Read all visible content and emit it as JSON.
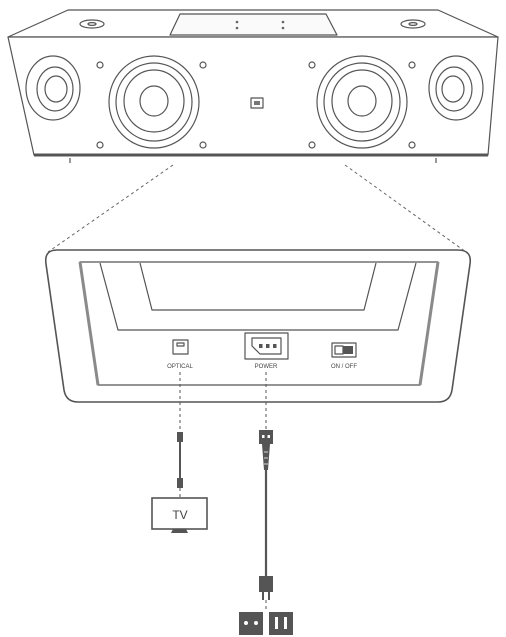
{
  "figure": {
    "title": "",
    "speaker": {
      "name": "speaker-front-view",
      "logo": "jbl-logo-icon"
    },
    "rear_panel": {
      "ports": [
        {
          "id": "optical",
          "label": "OPTICAL",
          "icon": "optical-port-icon"
        },
        {
          "id": "power",
          "label": "POWER",
          "icon": "power-socket-icon"
        },
        {
          "id": "switch",
          "label": "ON / OFF",
          "icon": "rocker-switch-icon"
        }
      ]
    },
    "tv": {
      "label": "TV",
      "icon": "tv-icon"
    },
    "outlet": {
      "icon": "wall-outlet-icon"
    },
    "colors": {
      "line": "#555555",
      "fill_light": "#f4f4f4",
      "dark": "#555555",
      "background": "#ffffff"
    }
  }
}
